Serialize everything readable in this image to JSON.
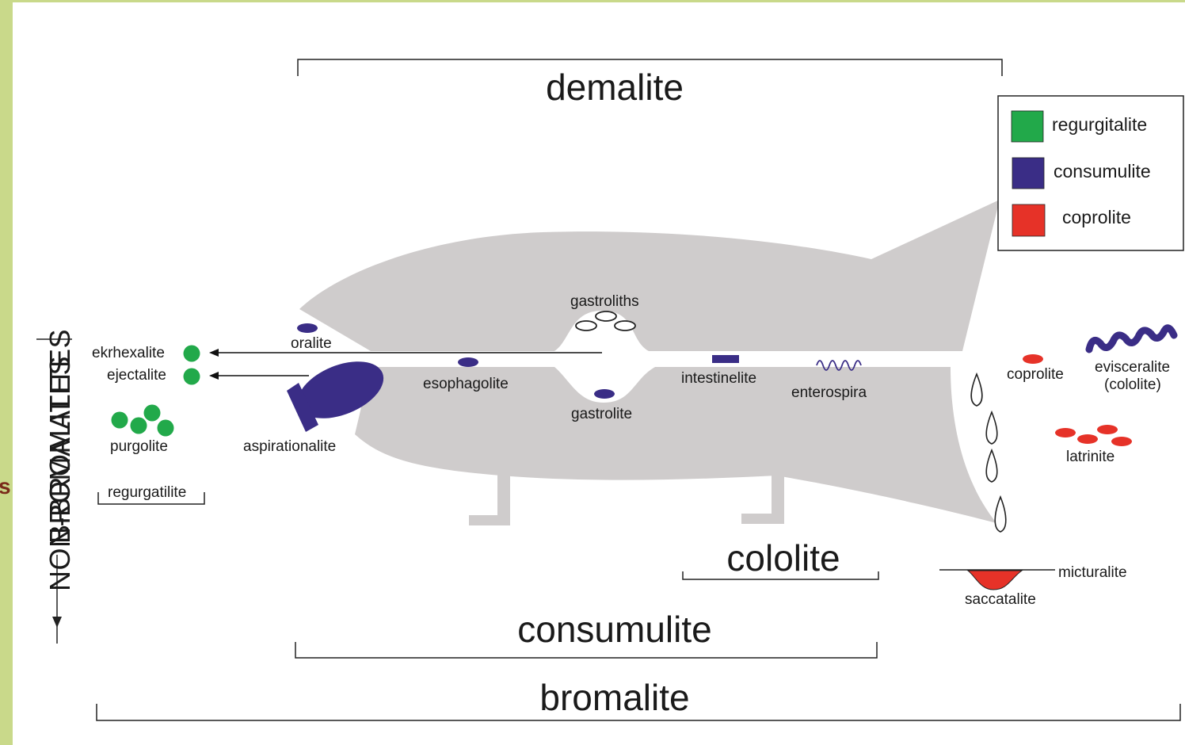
{
  "colors": {
    "regurgitalite": "#22a94a",
    "consumulite": "#3a2d86",
    "coprolite": "#e63228",
    "body": "#cfcccc",
    "background": "#c9d98a"
  },
  "legend": {
    "regurgitalite": "regurgitalite",
    "consumulite": "consumulite",
    "coprolite": "coprolite"
  },
  "vertical": {
    "bromalites": "BROMALITES",
    "non_bromalites": "NON-BROMALITES"
  },
  "brackets": {
    "demalite": "demalite",
    "cololite": "cololite",
    "consumulite": "consumulite",
    "bromalite": "bromalite",
    "regurgatilite": "regurgatilite"
  },
  "labels": {
    "ekrhexalite": "ekrhexalite",
    "ejectalite": "ejectalite",
    "purgolite": "purgolite",
    "oralite": "oralite",
    "aspirationalite": "aspirationalite",
    "esophagolite": "esophagolite",
    "gastroliths": "gastroliths",
    "gastrolite": "gastrolite",
    "intestinelite": "intestinelite",
    "enterospira": "enterospira",
    "coprolite": "coprolite",
    "evisceralite": "evisceralite",
    "evisceralite_sub": "(cololite)",
    "latrinite": "latrinite",
    "micturalite": "micturalite",
    "saccatalite": "saccatalite"
  },
  "edge_letter": "s"
}
